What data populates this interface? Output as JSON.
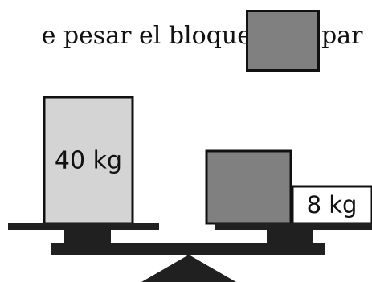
{
  "sentence": {
    "before_block": "e pesar el bloque",
    "after_block": "par"
  },
  "weights": {
    "left": "40 kg",
    "right": "8 kg"
  },
  "colors": {
    "ink": "#111111",
    "light_block": "#d4d4d4",
    "dark_block": "#808080",
    "scale": "#202020"
  }
}
